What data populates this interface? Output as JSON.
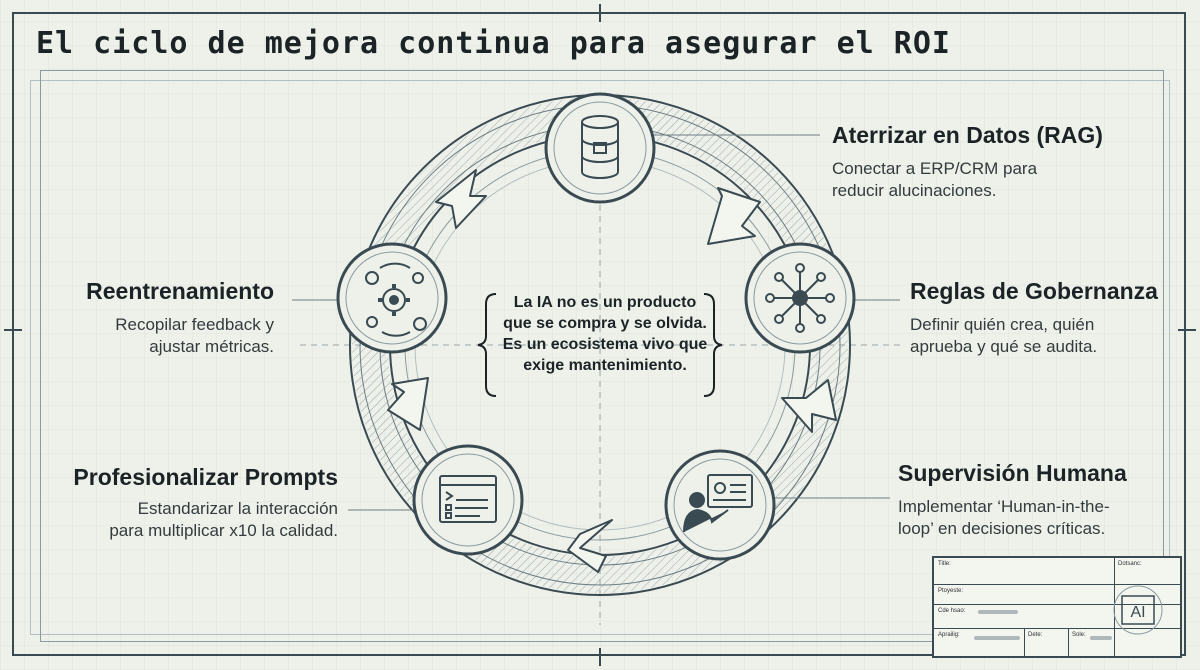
{
  "title": "El ciclo de mejora continua para asegurar el ROI",
  "center_message": "La IA no es un producto\nque se compra y se olvida.\nEs un ecosistema vivo que\nexige mantenimiento.",
  "stages": {
    "datos": {
      "title": "Aterrizar en Datos (RAG)",
      "desc": "Conectar a ERP/CRM para\nreducir alucinaciones.",
      "icon": "database-icon"
    },
    "gobernanza": {
      "title": "Reglas de Gobernanza",
      "desc": "Definir quién crea, quién\naprueba y qué se audita.",
      "icon": "network-icon"
    },
    "supervision": {
      "title": "Supervisión Humana",
      "desc": "Implementar ‘Human-in-the-\nloop’ en decisiones críticas.",
      "icon": "human-review-icon"
    },
    "prompts": {
      "title": "Profesionalizar Prompts",
      "desc": "Estandarizar la interacción\npara multiplicar x10 la calidad.",
      "icon": "prompt-window-icon"
    },
    "reentrenamiento": {
      "title": "Reentrenamiento",
      "desc": "Recopilar feedback y\najustar métricas.",
      "icon": "gears-icon"
    }
  },
  "title_block": {
    "title_label": "Title:",
    "doc_label": "Dotsanc:",
    "project_label": "Ptoyeste:",
    "code_label": "Cde hsao:",
    "author_label": "Aprailig:",
    "date_label": "Dete:",
    "scale_label": "Sole:",
    "logo_text": "AI"
  },
  "colors": {
    "ink": "#3a4a52",
    "paper": "#eef1e9",
    "text": "#1b2326"
  }
}
